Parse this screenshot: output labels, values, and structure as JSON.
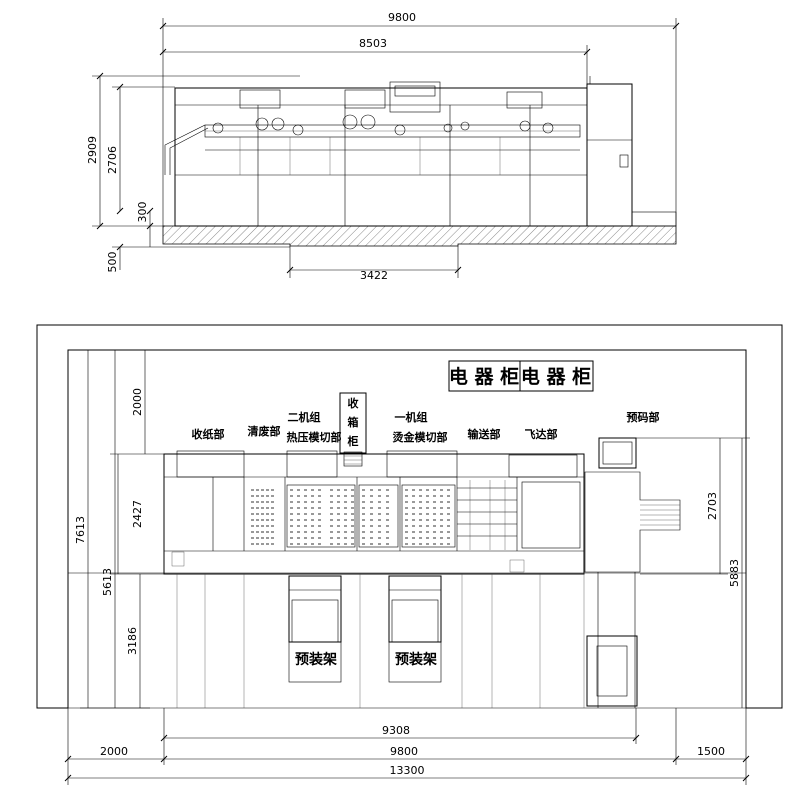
{
  "side_view": {
    "dim_total_length": "9800",
    "dim_machine_length": "8503",
    "dim_pit_width": "3422",
    "dim_total_height": "2909",
    "dim_machine_height": "2706",
    "dim_base_height": "300",
    "dim_pit_depth": "500"
  },
  "top_view": {
    "electrical_cabinet_1": "电 器 柜",
    "electrical_cabinet_2": "电 器 柜",
    "section_delivery": "收纸部",
    "section_stripping": "清废部",
    "section_unit2_line1": "二机组",
    "section_unit2_line2": "热压模切部",
    "collection_box_char1": "收",
    "collection_box_char2": "箱",
    "collection_box_char3": "柜",
    "section_unit1_line1": "一机组",
    "section_unit1_line2": "烫金模切部",
    "section_conveying": "输送部",
    "section_feeder": "飞达部",
    "section_prestack": "预码部",
    "preload_rack_1": "预装架",
    "preload_rack_2": "预装架",
    "dim_top_clearance": "2000",
    "dim_machine_width": "2427",
    "dim_rack_depth": "3186",
    "dim_total_width": "7613",
    "dim_width_lower": "5613",
    "dim_feeder_width": "2703",
    "dim_right_width": "5883",
    "dim_inner_length": "9308",
    "dim_machine_length": "9800",
    "dim_left_clearance": "2000",
    "dim_right_clearance": "1500",
    "dim_overall_length": "13300"
  },
  "colors": {
    "line": "#000000",
    "background": "#ffffff",
    "hatch": "#555555"
  }
}
